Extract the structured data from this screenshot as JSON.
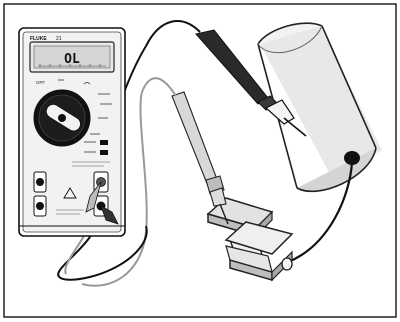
{
  "meter": {
    "brand": "FLUKE",
    "model": "21",
    "display_reading": "OL",
    "dial_labels": {
      "off": "OFF"
    }
  }
}
